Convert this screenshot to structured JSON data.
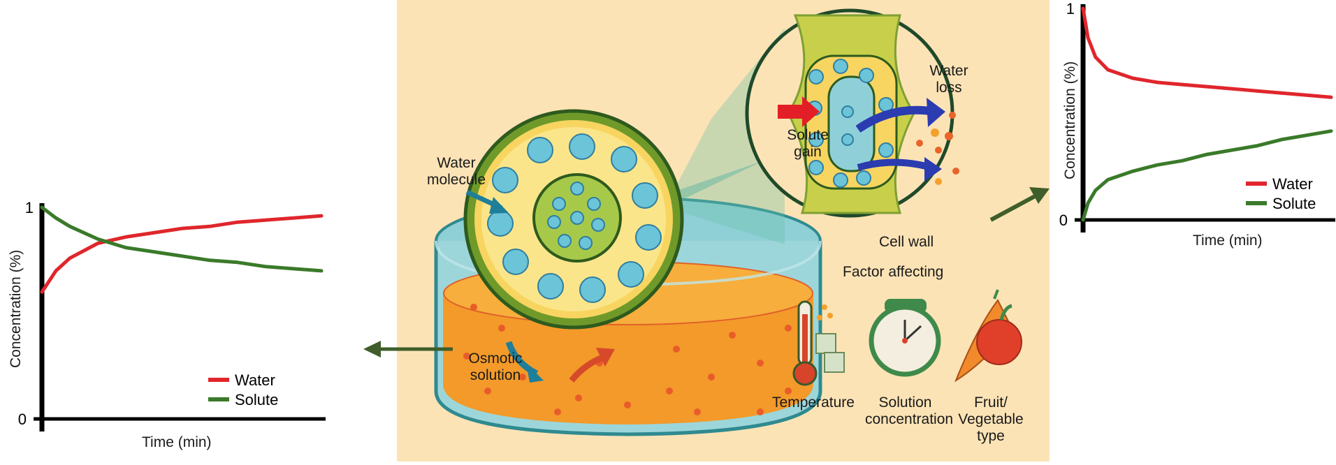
{
  "title": "Osmotic dehydration of fruits and vegetables",
  "chart_data": [
    {
      "type": "line",
      "position": "left",
      "xlabel": "Time (min)",
      "ylabel": "Concentration (%)",
      "yticks": [
        "0",
        "1"
      ],
      "ylim": [
        0,
        1
      ],
      "xlim": [
        0,
        1
      ],
      "legend": "bottom-right",
      "grid": false,
      "x": [
        0,
        0.05,
        0.1,
        0.2,
        0.3,
        0.4,
        0.5,
        0.6,
        0.7,
        0.8,
        0.9,
        1.0
      ],
      "series": [
        {
          "name": "Water",
          "color": "#e0262c",
          "values": [
            0.6,
            0.7,
            0.76,
            0.83,
            0.86,
            0.88,
            0.9,
            0.91,
            0.93,
            0.94,
            0.95,
            0.96
          ]
        },
        {
          "name": "Solute",
          "color": "#3a7a2a",
          "values": [
            1.0,
            0.95,
            0.91,
            0.85,
            0.81,
            0.79,
            0.77,
            0.75,
            0.74,
            0.72,
            0.71,
            0.7
          ]
        }
      ]
    },
    {
      "type": "line",
      "position": "right",
      "xlabel": "Time (min)",
      "ylabel": "Concentration (%)",
      "yticks": [
        "0",
        "1"
      ],
      "ylim": [
        0,
        1
      ],
      "xlim": [
        0,
        1
      ],
      "legend": "bottom-right",
      "grid": false,
      "x": [
        0,
        0.02,
        0.05,
        0.1,
        0.2,
        0.3,
        0.4,
        0.5,
        0.6,
        0.7,
        0.8,
        0.9,
        1.0
      ],
      "series": [
        {
          "name": "Water",
          "color": "#e0262c",
          "values": [
            1.0,
            0.86,
            0.77,
            0.71,
            0.67,
            0.65,
            0.64,
            0.63,
            0.62,
            0.61,
            0.6,
            0.59,
            0.58
          ]
        },
        {
          "name": "Solute",
          "color": "#3a7a2a",
          "values": [
            0.0,
            0.08,
            0.14,
            0.19,
            0.23,
            0.26,
            0.28,
            0.31,
            0.33,
            0.35,
            0.38,
            0.4,
            0.42
          ]
        }
      ]
    }
  ],
  "diagram": {
    "water_molecule": "Water molecule",
    "osmotic_solution": "Osmotic solution",
    "solute_gain": "Solute gain",
    "water_loss": "Water loss",
    "cell_wall": "Cell wall",
    "factor_affecting": "Factor affecting",
    "factors": [
      {
        "label": "Temperature",
        "icon": "thermometer-icon"
      },
      {
        "label": "Solution concentration",
        "icon": "clock-icon"
      },
      {
        "label": "Fruit/ Vegetable type",
        "icon": "fruit-vegetable-icon"
      }
    ],
    "colors": {
      "background": "#fce3b6",
      "solution": "#f39a2a",
      "water": "#6cc4d8",
      "green": "#3f6e2a",
      "water_line": "#e0262c",
      "solute_line": "#3a7a2a"
    }
  }
}
